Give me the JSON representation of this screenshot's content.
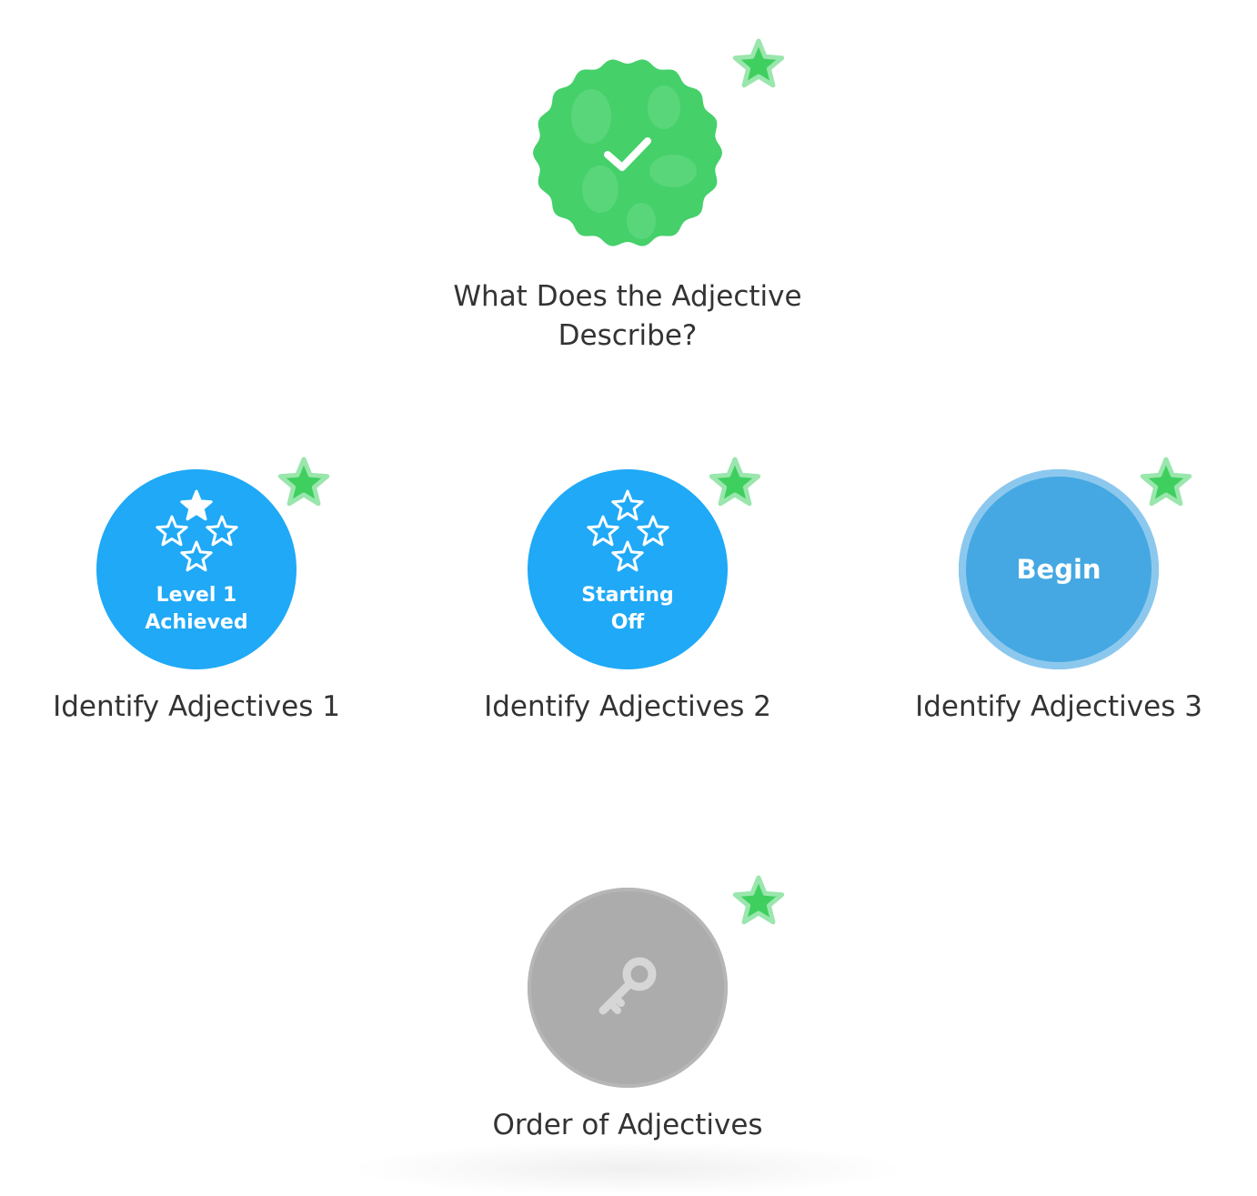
{
  "colors": {
    "completed_green": "#45d06a",
    "active_blue": "#1fa9f7",
    "begin_blue": "#45a8e2",
    "locked_gray": "#acacac",
    "reward_star_green": "#3fcf5f",
    "label_text": "#333333"
  },
  "lessons": [
    {
      "id": "what-does-the-adjective-describe",
      "title_line1": "What Does the Adjective",
      "title_line2": "Describe?",
      "status": "completed",
      "icon": "checkmark-icon",
      "reward_icon": "green-star-icon"
    },
    {
      "id": "identify-adjectives-1",
      "title": "Identify Adjectives 1",
      "status": "in-progress",
      "progress_line1": "Level 1",
      "progress_line2": "Achieved",
      "stars_filled": 1,
      "stars_total": 4,
      "reward_icon": "green-star-icon"
    },
    {
      "id": "identify-adjectives-2",
      "title": "Identify Adjectives 2",
      "status": "in-progress",
      "progress_line1": "Starting",
      "progress_line2": "Off",
      "stars_filled": 0,
      "stars_total": 4,
      "reward_icon": "green-star-icon"
    },
    {
      "id": "identify-adjectives-3",
      "title": "Identify Adjectives 3",
      "status": "available",
      "button_label": "Begin",
      "reward_icon": "green-star-icon"
    },
    {
      "id": "order-of-adjectives",
      "title": "Order of Adjectives",
      "status": "locked",
      "icon": "key-icon",
      "reward_icon": "green-star-icon"
    }
  ]
}
